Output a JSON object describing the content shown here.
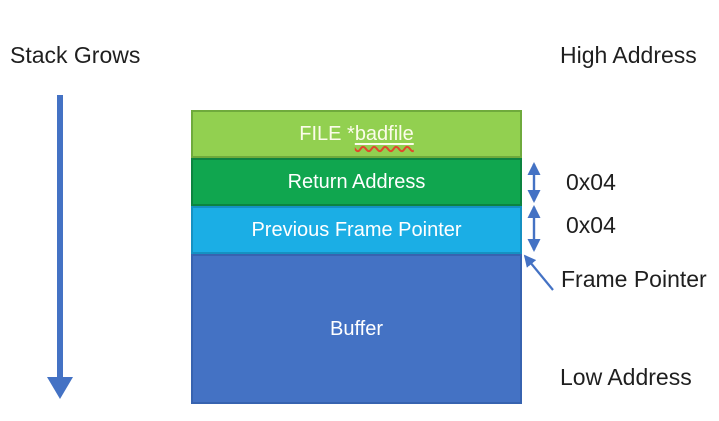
{
  "labels": {
    "stack_grows": "Stack Grows",
    "high_address": "High Address",
    "low_address": "Low Address"
  },
  "stack": {
    "boxes": [
      {
        "name": "file-badfile",
        "label_prefix": "FILE *",
        "label_underlined": "badfile",
        "fill": "#92D050"
      },
      {
        "name": "return-address",
        "label": "Return Address",
        "fill": "#10A64F",
        "size_label": "0x04"
      },
      {
        "name": "previous-frame-pointer",
        "label": "Previous Frame Pointer",
        "fill": "#1BAEE5",
        "size_label": "0x04"
      },
      {
        "name": "buffer",
        "label": "Buffer",
        "fill": "#4472C4"
      }
    ]
  },
  "annotations": {
    "frame_pointer": "Frame Pointer"
  },
  "colors": {
    "arrow": "#4472C4",
    "label_text": "#1f1f1f",
    "box_text": "#ffffff",
    "badfile_text": "#fcfcea",
    "spellcheck_underline": "#E0492D",
    "background": "#ffffff"
  }
}
